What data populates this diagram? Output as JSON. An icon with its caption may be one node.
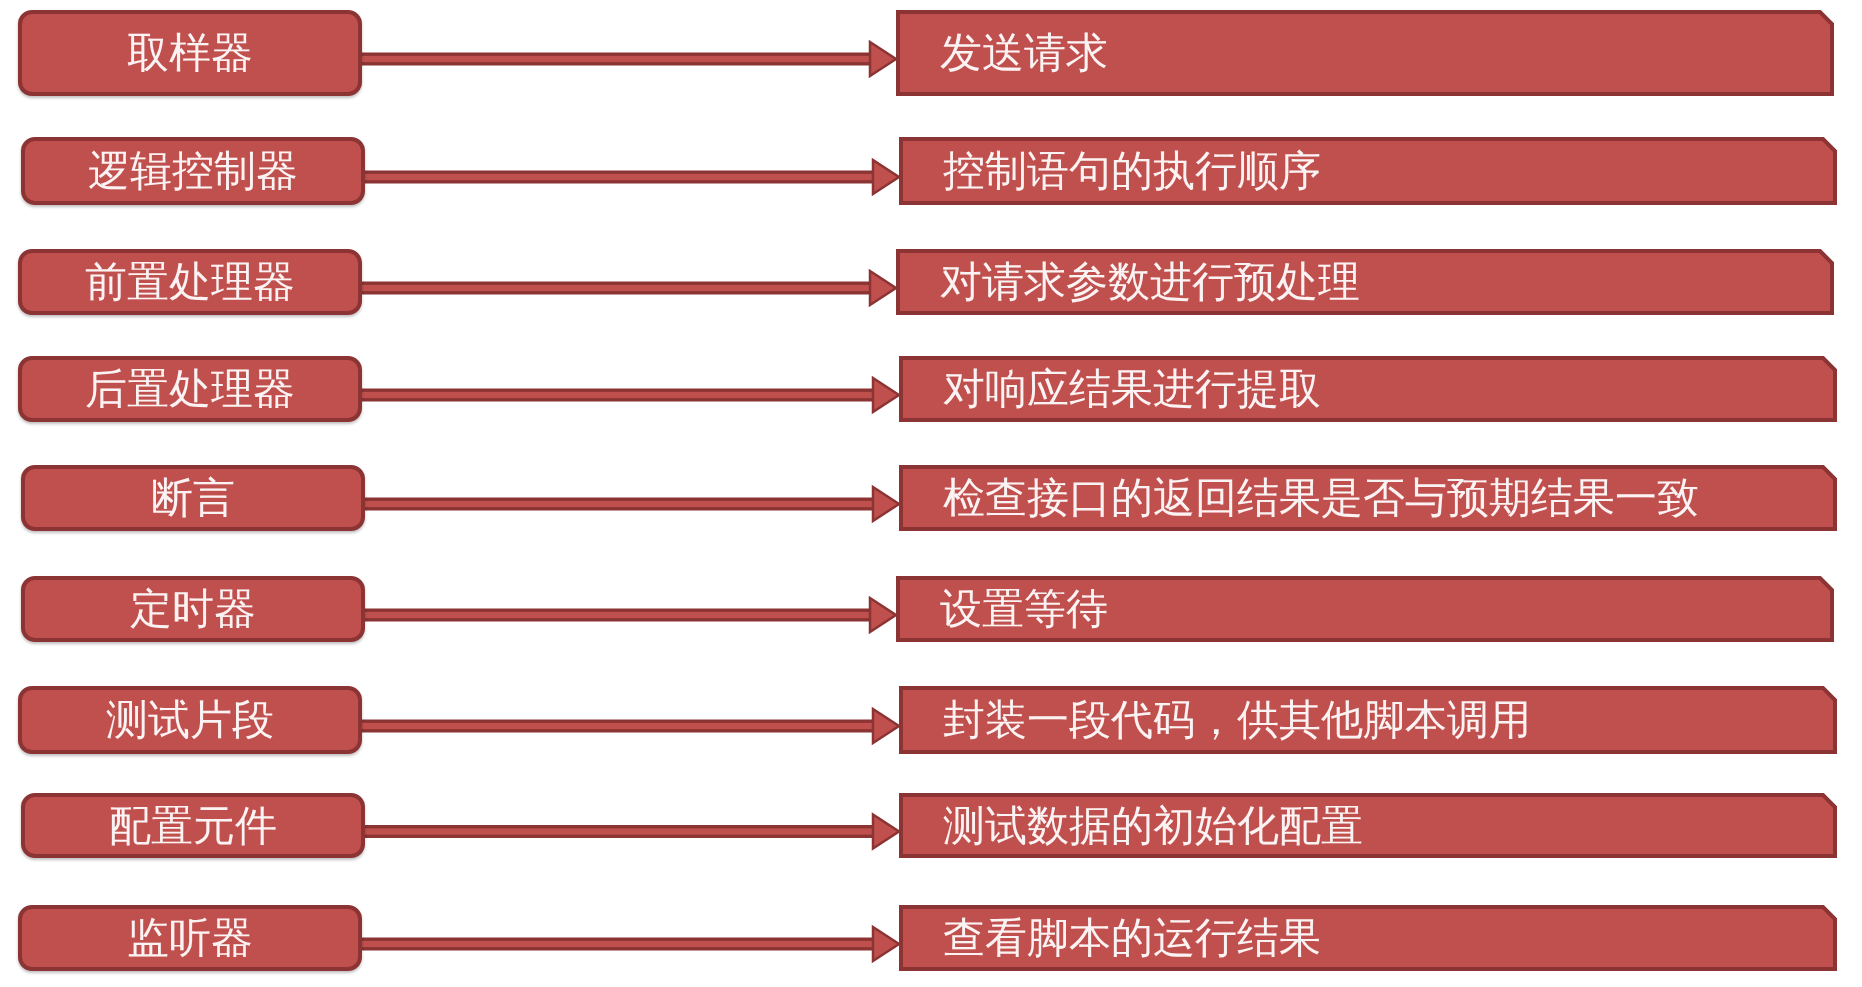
{
  "diagram": {
    "nodes": [
      {
        "text": [
          "取样器"
        ]
      },
      {
        "text": [
          "发送请求"
        ]
      },
      {
        "text": [
          "逻辑控制器"
        ]
      },
      {
        "text": [
          "控制语句的执行顺序"
        ]
      },
      {
        "text": [
          "前置处理器"
        ]
      },
      {
        "text": [
          "对请求参数进行预处理"
        ]
      },
      {
        "text": [
          "后置处理器"
        ]
      },
      {
        "text": [
          "对响应结果进行提取"
        ]
      },
      {
        "text": [
          "断言"
        ]
      },
      {
        "text": [
          "检查接口的返回结果是否与预期结果一致"
        ]
      },
      {
        "text": [
          "定时器"
        ]
      },
      {
        "text": [
          "设置等待"
        ]
      },
      {
        "text": [
          "测试片段"
        ]
      },
      {
        "text": [
          "封装一段代码，供其他脚本调用"
        ]
      },
      {
        "text": [
          "配置元件"
        ]
      },
      {
        "text": [
          "测试数据的初始化配置"
        ]
      },
      {
        "text": [
          "监听器"
        ]
      },
      {
        "text": [
          "查看脚本的运行结果"
        ]
      }
    ],
    "edges": [
      {
        "from": 0,
        "to": 1,
        "arrow": "to"
      },
      {
        "from": 2,
        "to": 3,
        "arrow": "to"
      },
      {
        "from": 4,
        "to": 5,
        "arrow": "to"
      },
      {
        "from": 6,
        "to": 7,
        "arrow": "to"
      },
      {
        "from": 8,
        "to": 9,
        "arrow": "to"
      },
      {
        "from": 10,
        "to": 11,
        "arrow": "to"
      },
      {
        "from": 12,
        "to": 13,
        "arrow": "to"
      },
      {
        "from": 14,
        "to": 15,
        "arrow": "to"
      },
      {
        "from": 16,
        "to": 17,
        "arrow": "to"
      }
    ]
  }
}
